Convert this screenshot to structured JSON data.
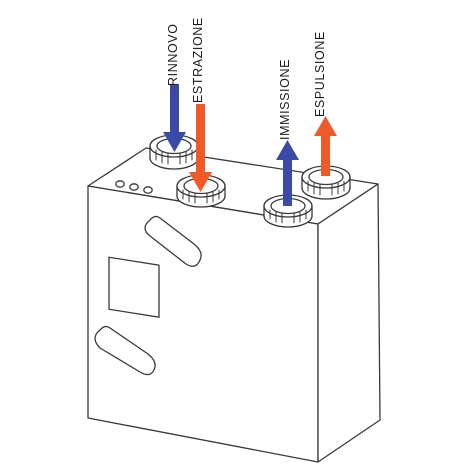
{
  "labels": {
    "rinnovo": "RINNOVO",
    "estrazione": "ESTRAZIONE",
    "immissione": "IMMISSIONE",
    "espulsione": "ESPULSIONE"
  },
  "colors": {
    "blue_arrow": "#3a4aa6",
    "orange_arrow": "#f05a28",
    "outline": "#3a3a3a",
    "background": "#ffffff"
  },
  "indicator_lights": 3
}
